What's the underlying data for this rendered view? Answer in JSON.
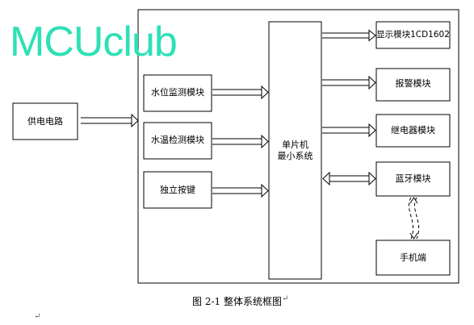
{
  "watermark": "MCUclub",
  "blocks": {
    "power": "供电电路",
    "water_level": "水位监测模块",
    "water_temp": "水温检测模块",
    "key": "独立按键",
    "mcu_line1": "单片机",
    "mcu_line2": "最小系统",
    "lcd": "显示模块1CD1602",
    "alarm": "报警模块",
    "relay": "继电器模块",
    "bluetooth": "蓝牙模块",
    "phone": "手机端"
  },
  "caption": "图 2-1 整体系统框图",
  "return_mark": "↵"
}
